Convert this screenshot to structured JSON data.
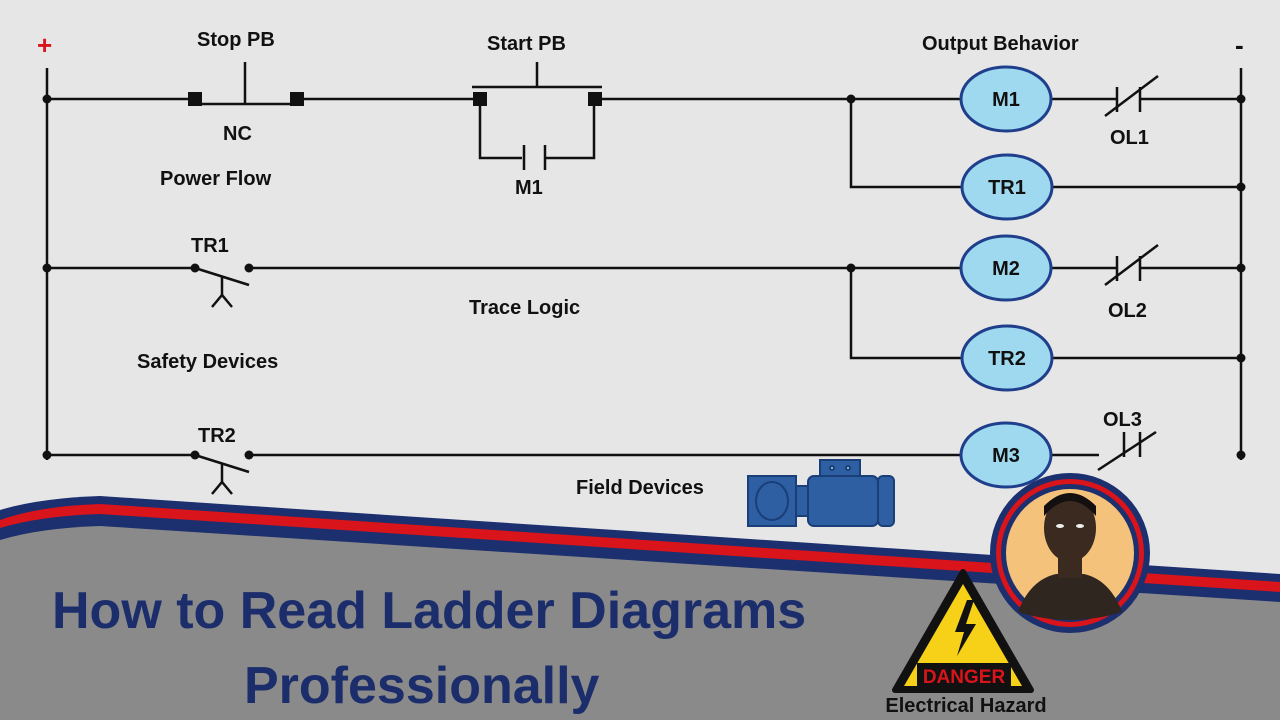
{
  "rails": {
    "positive": "+",
    "negative": "-"
  },
  "labels": {
    "stop_pb": "Stop PB",
    "stop_pb_state": "NC",
    "start_pb": "Start PB",
    "seal_in": "M1",
    "output_behavior": "Output Behavior",
    "power_flow": "Power Flow",
    "tr1_contact": "TR1",
    "trace_logic": "Trace Logic",
    "safety_devices": "Safety Devices",
    "tr2_contact": "TR2",
    "field_devices": "Field Devices"
  },
  "coils": {
    "m1": "M1",
    "tr1": "TR1",
    "m2": "M2",
    "tr2": "TR2",
    "m3": "M3"
  },
  "overloads": {
    "ol1": "OL1",
    "ol2": "OL2",
    "ol3": "OL3"
  },
  "title": {
    "line1": "How to Read Ladder Diagrams",
    "line2": "Professionally"
  },
  "danger_sign": {
    "word": "DANGER",
    "caption": "Electrical Hazard"
  },
  "colors": {
    "background": "#e6e6e6",
    "coil_fill": "#9fd9f0",
    "coil_stroke": "#1f3f8c",
    "title_text": "#1b2d6b",
    "banner_red": "#d9141b",
    "banner_navy": "#1c2f6e",
    "banner_gray": "#8a8a8a",
    "danger_yellow": "#f7d117",
    "motor_blue": "#2e5fa3"
  }
}
